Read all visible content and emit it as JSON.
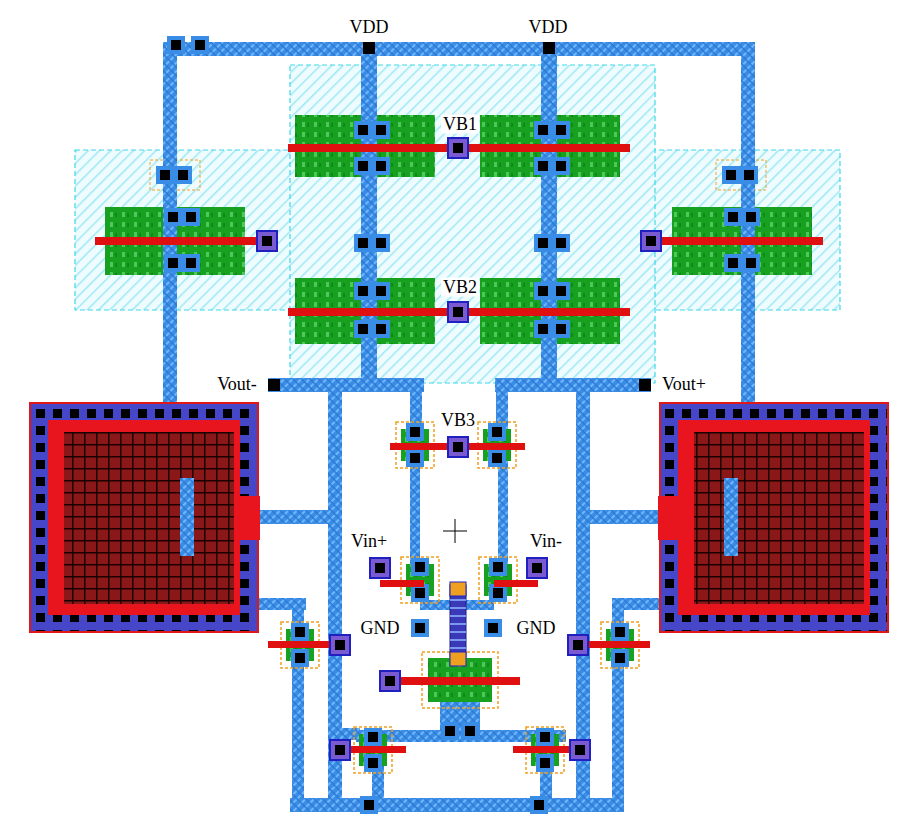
{
  "diagram": {
    "labels": [
      "VDD",
      "VDD",
      "VB1",
      "VB2",
      "Vout-",
      "Vout+",
      "VB3",
      "Vin+",
      "Vin-",
      "GND",
      "GND"
    ]
  }
}
